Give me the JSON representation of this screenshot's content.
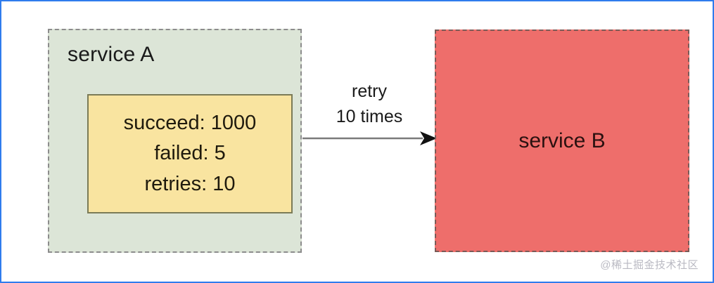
{
  "frame": {
    "border_color": "#2f7ced",
    "background": "#ffffff"
  },
  "service_a": {
    "label": "service A",
    "fill_color": "#dce5d7",
    "border_color": "#8c8c8c",
    "border_style": "dashed",
    "stats_box": {
      "fill_color": "#f9e4a0",
      "border_color": "#7b7b57",
      "border_style": "solid",
      "lines": [
        "succeed: 1000",
        "failed: 5",
        "retries: 10"
      ],
      "metrics": {
        "succeed": 1000,
        "failed": 5,
        "retries": 10
      }
    }
  },
  "arrow": {
    "label_line_1": "retry",
    "label_line_2": "10 times",
    "direction": "right",
    "color": "#7a7a7a",
    "head_color": "#111111",
    "from": "service A",
    "to": "service B"
  },
  "service_b": {
    "label": "service B",
    "fill_color": "#ee6e6b",
    "border_color": "#7a5b57",
    "border_style": "dashed"
  },
  "watermark": {
    "text": "@稀土掘金技术社区",
    "color": "#b9b9c2"
  }
}
